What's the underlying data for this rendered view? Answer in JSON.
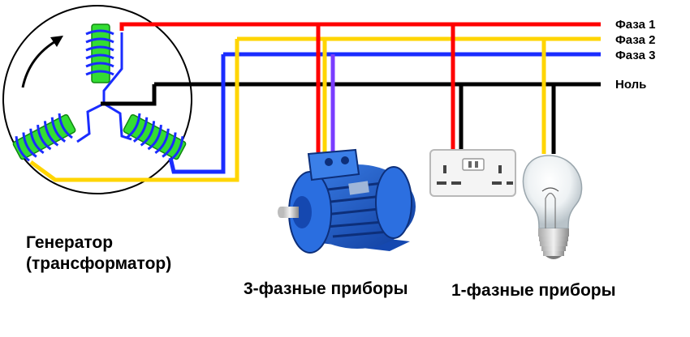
{
  "lines": {
    "phase1": "Фаза 1",
    "phase2": "Фаза 2",
    "phase3": "Фаза 3",
    "neutral": "Ноль"
  },
  "captions": {
    "generator_line1": "Генератор",
    "generator_line2": "(трансформатор)",
    "three_phase": "3-фазные приборы",
    "single_phase": "1-фазные приборы"
  },
  "colors": {
    "phase1": "#ff0000",
    "phase2": "#ffd500",
    "phase3": "#1a2cff",
    "neutral": "#000000",
    "coil_core": "#33dd33",
    "coil_wire": "#1a2cff",
    "motor": "#1a5fd8",
    "socket": "#f4f4f4"
  },
  "icons": {
    "motor": "electric-motor-icon",
    "socket": "wall-socket-icon",
    "bulb": "light-bulb-icon",
    "rotation": "rotation-arrow-icon"
  }
}
